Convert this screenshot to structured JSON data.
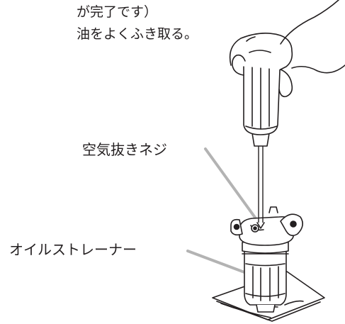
{
  "instructions": {
    "line1": "が完了です）",
    "line2": "油をよくふき取る。"
  },
  "labels": {
    "air_vent_screw": "空気抜きネジ",
    "oil_strainer": "オイルストレーナー"
  },
  "colors": {
    "line": "#231f20",
    "leader": "#b3b3b3",
    "fill": "#ffffff"
  }
}
